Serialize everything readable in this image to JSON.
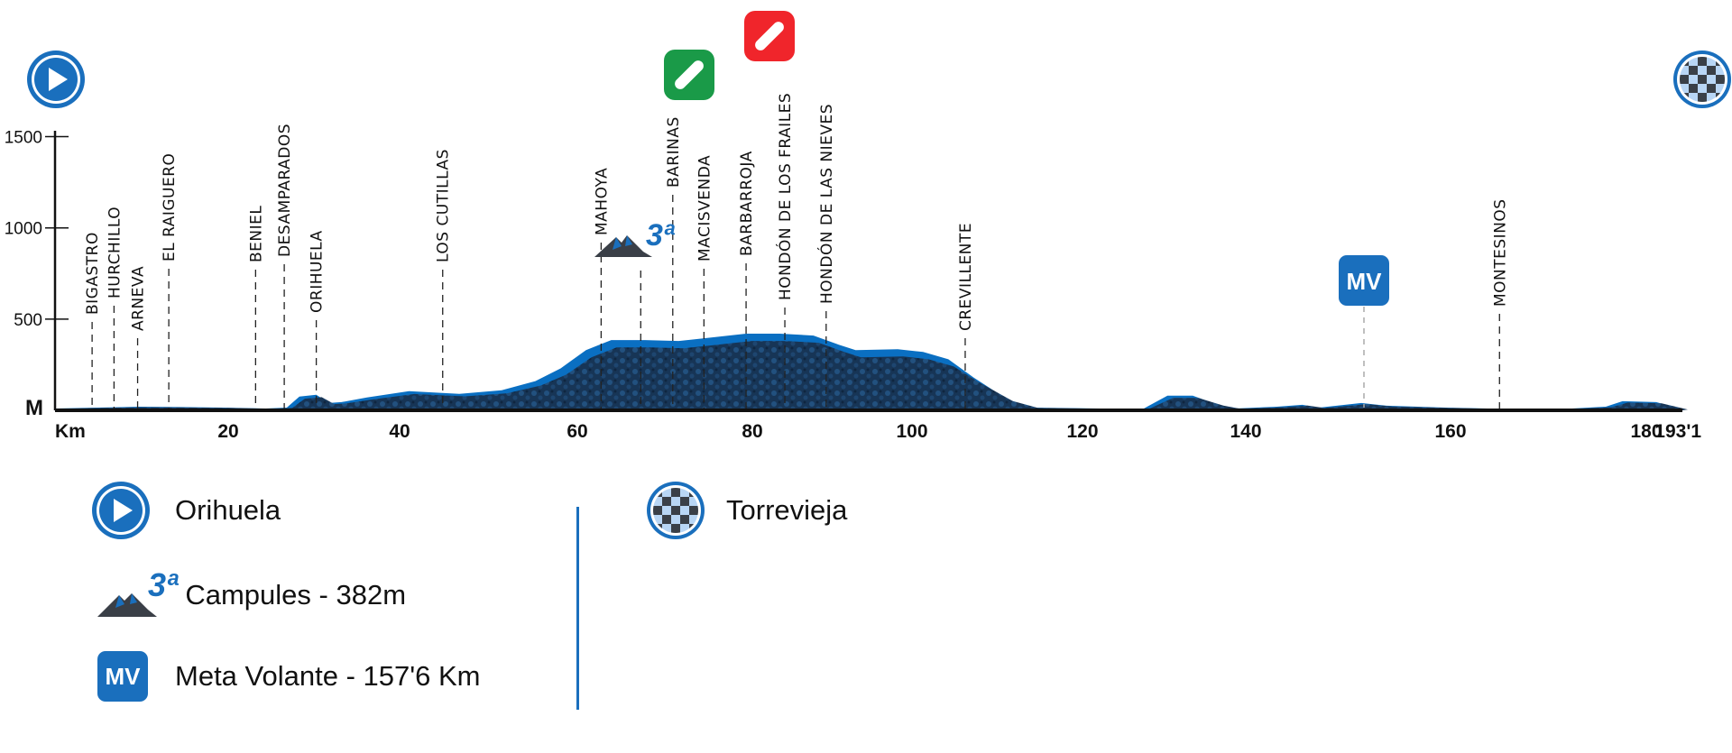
{
  "chart_data": {
    "type": "area",
    "title": "",
    "xlabel": "Km",
    "ylabel": "M",
    "xlim": [
      0,
      193.1
    ],
    "ylim": [
      0,
      1500
    ],
    "y_ticks": [
      "500",
      "1000",
      "1500"
    ],
    "y_tick_values": [
      500,
      1000,
      1500
    ],
    "x_ticks": [
      "Km",
      "20",
      "40",
      "60",
      "80",
      "100",
      "120",
      "140",
      "160",
      "180",
      "193'1"
    ],
    "x_tick_values": [
      0,
      20,
      40,
      60,
      80,
      100,
      120,
      140,
      160,
      180,
      193.1
    ],
    "elevation": [
      [
        0,
        10
      ],
      [
        5,
        15
      ],
      [
        10,
        20
      ],
      [
        15,
        18
      ],
      [
        20,
        15
      ],
      [
        25,
        10
      ],
      [
        27.5,
        15
      ],
      [
        29,
        75
      ],
      [
        31,
        85
      ],
      [
        32.5,
        40
      ],
      [
        34,
        45
      ],
      [
        37,
        70
      ],
      [
        42,
        105
      ],
      [
        48,
        90
      ],
      [
        53,
        110
      ],
      [
        57,
        160
      ],
      [
        60,
        230
      ],
      [
        63,
        330
      ],
      [
        66,
        385
      ],
      [
        70,
        385
      ],
      [
        74,
        380
      ],
      [
        78,
        400
      ],
      [
        82,
        420
      ],
      [
        86,
        420
      ],
      [
        90,
        410
      ],
      [
        93,
        360
      ],
      [
        95,
        330
      ],
      [
        100,
        335
      ],
      [
        103,
        320
      ],
      [
        106,
        280
      ],
      [
        109,
        180
      ],
      [
        113,
        60
      ],
      [
        116,
        15
      ],
      [
        124,
        10
      ],
      [
        129,
        5
      ],
      [
        132,
        80
      ],
      [
        135,
        80
      ],
      [
        138,
        30
      ],
      [
        140,
        10
      ],
      [
        145,
        20
      ],
      [
        148,
        30
      ],
      [
        150,
        15
      ],
      [
        155,
        40
      ],
      [
        158,
        25
      ],
      [
        165,
        15
      ],
      [
        170,
        10
      ],
      [
        180,
        10
      ],
      [
        184,
        20
      ],
      [
        186,
        50
      ],
      [
        190,
        45
      ],
      [
        193.1,
        5
      ]
    ],
    "places": [
      {
        "name": "BIGASTRO",
        "km": 4.4
      },
      {
        "name": "HURCHILLO",
        "km": 7
      },
      {
        "name": "ARNEVA",
        "km": 9.8
      },
      {
        "name": "EL RAIGUERO",
        "km": 13.5
      },
      {
        "name": "BENIEL",
        "km": 23.8
      },
      {
        "name": "DESAMPARADOS",
        "km": 27.2
      },
      {
        "name": "ORIHUELA",
        "km": 31
      },
      {
        "name": "LOS CUTILLAS",
        "km": 46
      },
      {
        "name": "MAHOYA",
        "km": 64.8
      },
      {
        "name": "BARINAS",
        "km": 73.3
      },
      {
        "name": "MACISVENDA",
        "km": 77
      },
      {
        "name": "BARBARROJA",
        "km": 82
      },
      {
        "name": "HONDÓN DE LOS FRAILES",
        "km": 86.6
      },
      {
        "name": "HONDÓN DE LAS NIEVES",
        "km": 91.5
      },
      {
        "name": "CREVILLENTE",
        "km": 108
      },
      {
        "name": "MONTESINOS",
        "km": 171.4
      }
    ],
    "markers": {
      "kom": {
        "label": "3ª",
        "km": 69.5
      },
      "mv": {
        "label": "MV",
        "km": 157.6
      },
      "feed_green": {
        "icon": "bottle-icon",
        "color": "#1a9a48"
      },
      "feed_red": {
        "icon": "bottle-icon",
        "color": "#f0252b"
      }
    }
  },
  "colors": {
    "light": "#0a6fc2",
    "dark": "#173556",
    "accent": "#1a6fbd"
  },
  "legend": {
    "start": "Orihuela",
    "finish": "Torrevieja",
    "kom_cat": "3ª",
    "kom": "Campules - 382m",
    "mv_badge": "MV",
    "mv": "Meta Volante - 157'6 Km"
  }
}
